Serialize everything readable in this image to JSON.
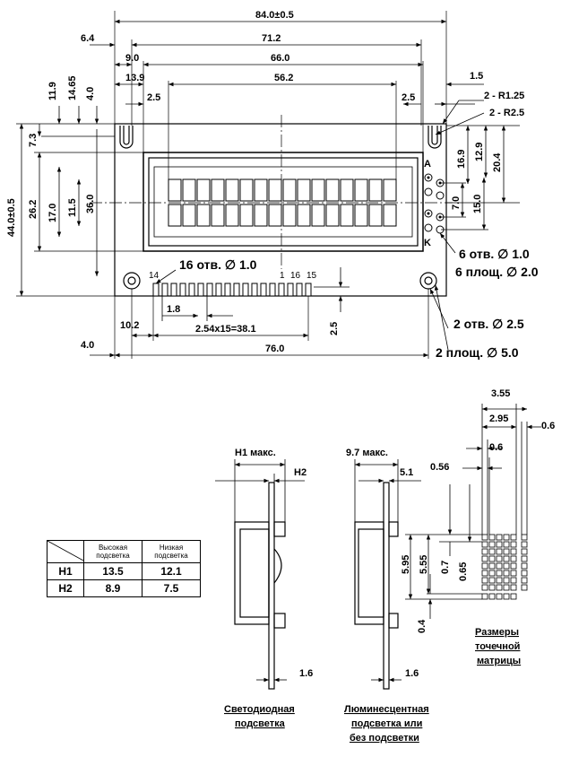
{
  "top_view": {
    "dims_horizontal": {
      "overall": "84.0±0.5",
      "holes_span": "71.2",
      "bezel": "66.0",
      "view_area": "56.2",
      "left_offset_1": "6.4",
      "left_offset_2": "9.0",
      "left_offset_3": "13.9",
      "left_offset_4": "2.5",
      "right_offset_1": "2.5",
      "right_offset_2": "1.5",
      "bottom_left_1": "10.2",
      "bottom_left_2": "4.0",
      "bottom_width": "76.0",
      "pin_pitch_note": "2.54x15=38.1",
      "pin_offset": "1.8",
      "pin_height": "2.5"
    },
    "dims_vertical": {
      "overall": "44.0±0.5",
      "height_26": "26.2",
      "height_36": "36.0",
      "height_17": "17.0",
      "height_11_5": "11.5",
      "v_11_9": "11.9",
      "v_14_65": "14.65",
      "v_4_0": "4.0",
      "v_7_3": "7.3",
      "right_16_9": "16.9",
      "right_12_9": "12.9",
      "right_20_4": "20.4",
      "right_7_0": "7.0",
      "right_15_0": "15.0"
    },
    "radius_1": "2 - R1.25",
    "radius_2": "2 - R2.5",
    "pin_labels": {
      "a": "A",
      "k": "K",
      "p14": "14",
      "p1": "1",
      "p16": "16",
      "p15": "15"
    },
    "notes": {
      "holes_16": "16 отв. ∅ 1.0",
      "holes_6": "6 отв. ∅ 1.0",
      "pads_6": "6 площ. ∅ 2.0",
      "holes_2": "2 отв. ∅ 2.5",
      "pads_2": "2 площ. ∅ 5.0"
    }
  },
  "side_views": {
    "led": {
      "h1": "H1 макс.",
      "h2": "H2",
      "bottom": "1.6",
      "caption_1": "Светодиодная",
      "caption_2": "подсветка"
    },
    "el": {
      "max": "9.7 макс.",
      "right": "5.1",
      "bottom": "1.6",
      "caption_1": "Люминесцентная",
      "caption_2": "подсветка или",
      "caption_3": "без подсветки"
    }
  },
  "matrix": {
    "w_3_55": "3.55",
    "w_2_95": "2.95",
    "w_0_6a": "0.6",
    "w_0_6b": "0.6",
    "w_0_56": "0.56",
    "h_5_95": "5.95",
    "h_5_55": "5.55",
    "h_0_7": "0.7",
    "h_0_65": "0.65",
    "h_0_4": "0.4",
    "caption_1": "Размеры",
    "caption_2": "точечной",
    "caption_3": "матрицы"
  },
  "table": {
    "col_high": "Высокая подсветка",
    "col_low": "Низкая подсветка",
    "rows": [
      {
        "name": "H1",
        "high": "13.5",
        "low": "12.1"
      },
      {
        "name": "H2",
        "high": "8.9",
        "low": "7.5"
      }
    ]
  }
}
